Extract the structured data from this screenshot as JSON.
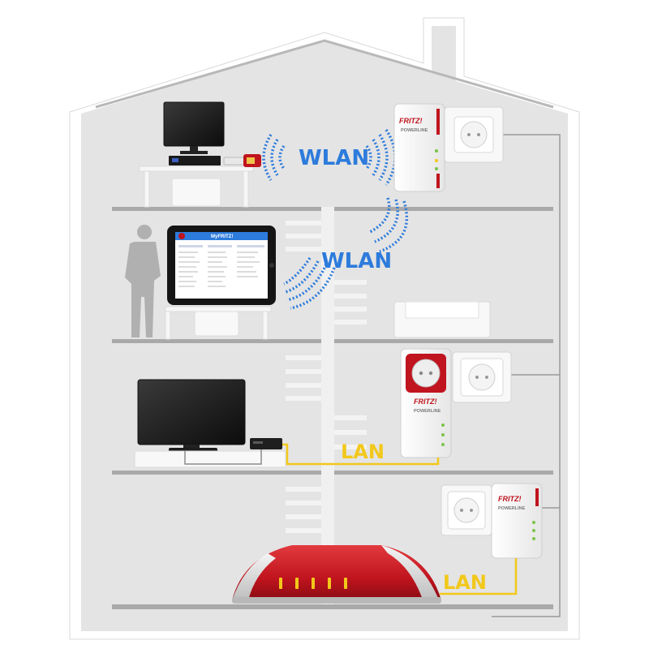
{
  "colors": {
    "house_fill": "#e3e3e3",
    "house_border": "#ffffff",
    "floor": "#a9a9a9",
    "wlan": "#2d7bdc",
    "lan": "#f2c81b",
    "router_red": "#c0141e",
    "power_cable": "#9a9a9a"
  },
  "labels": {
    "wlan_top": "WLAN",
    "wlan_middle": "WLAN",
    "lan_middle": "LAN",
    "lan_bottom": "LAN"
  },
  "devices": {
    "adapter_top": {
      "brand": "FRITZ!",
      "sub": "POWERLINE"
    },
    "adapter_middle": {
      "brand": "FRITZ!",
      "sub": "POWERLINE"
    },
    "adapter_bottom": {
      "brand": "FRITZ!",
      "sub": "POWERLINE"
    },
    "tablet_title": "MyFRITZ!"
  },
  "icons": [
    "desktop-monitor-icon",
    "usb-wlan-stick-icon",
    "tablet-icon",
    "person-silhouette-icon",
    "tv-icon",
    "settop-box-icon",
    "router-icon",
    "power-outlet-icon",
    "powerline-adapter-icon"
  ]
}
